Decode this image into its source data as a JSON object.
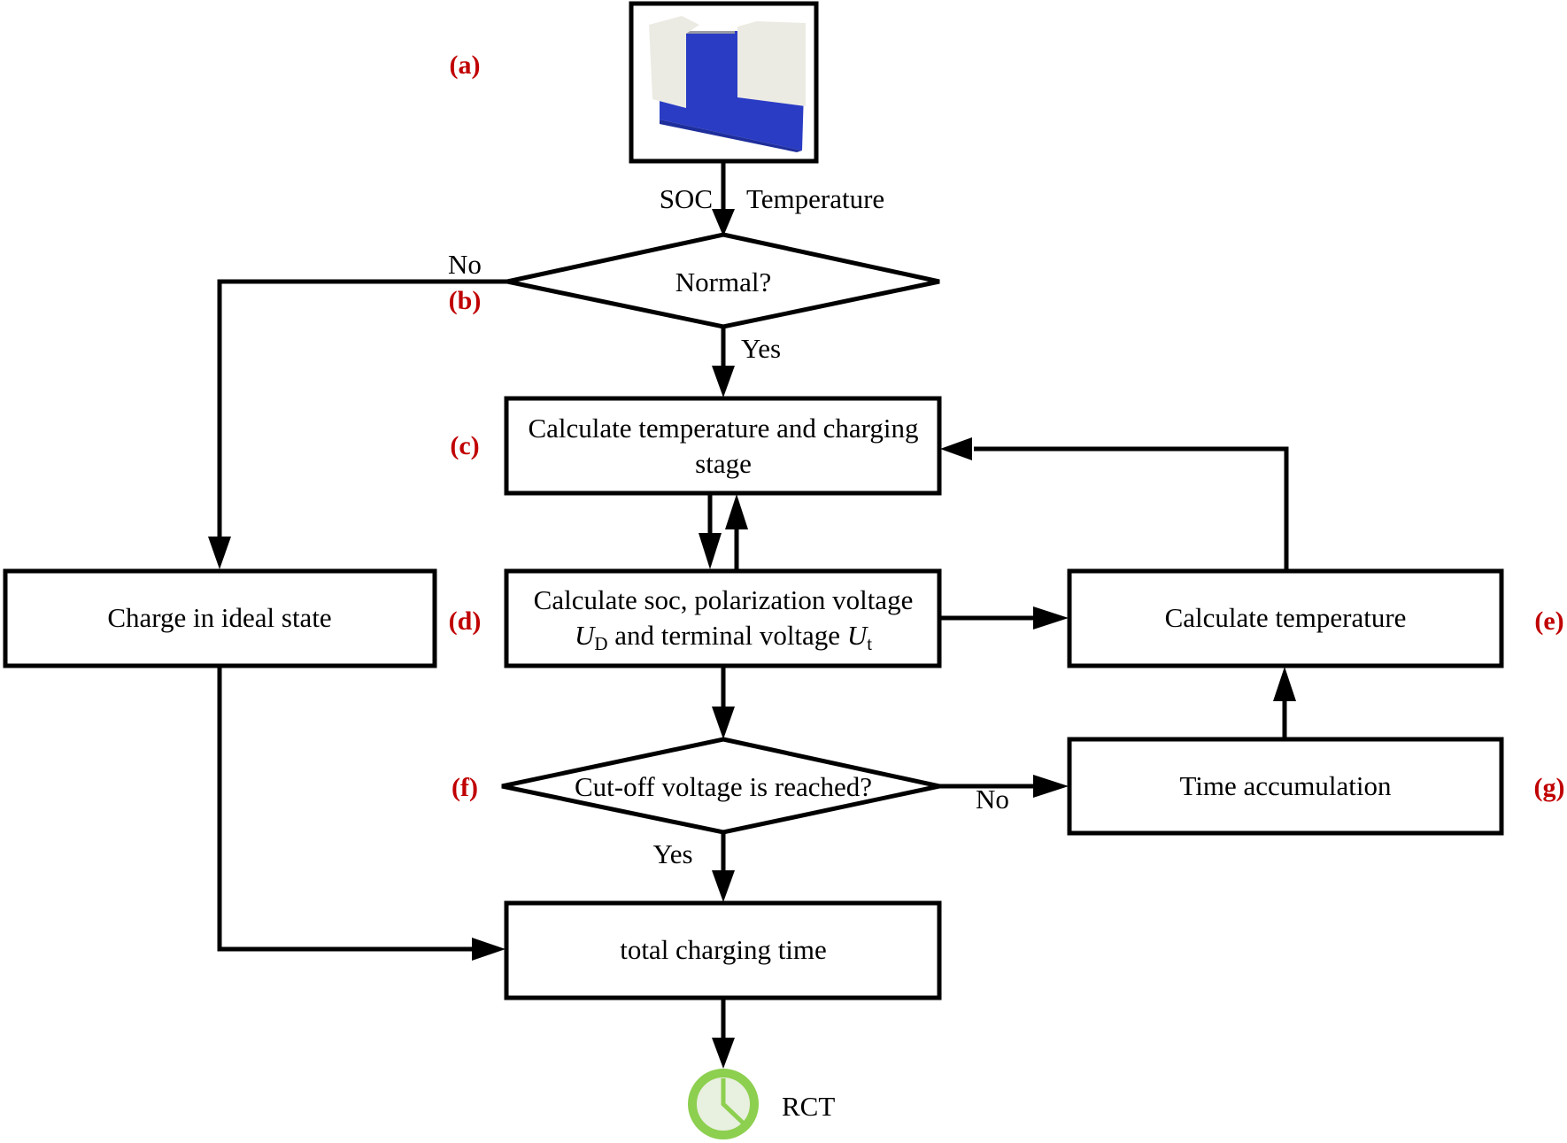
{
  "diagram": {
    "type": "flowchart",
    "colors": {
      "stroke": "#000000",
      "step_label": "#c00000",
      "clock_ring": "#8dcf4f",
      "clock_face": "#e8f0df",
      "battery_blue": "#2a3cc4",
      "tape": "#ecebe3"
    },
    "battery_image": {
      "icon": "battery-cell-photo",
      "label": "(a)"
    },
    "inputs": {
      "soc": "SOC",
      "temperature": "Temperature"
    },
    "steps": {
      "b": {
        "label": "(b)",
        "text": "Normal?",
        "no": "No",
        "yes": "Yes"
      },
      "c": {
        "label": "(c)",
        "line1": "Calculate temperature and charging",
        "line2": "stage"
      },
      "d": {
        "label": "(d)",
        "line1": "Calculate soc, polarization voltage",
        "line2_sym1": "U",
        "line2_sub1": "D",
        "line2_mid": " and terminal voltage ",
        "line2_sym2": "U",
        "line2_sub2": "t"
      },
      "ideal": {
        "text": "Charge in ideal state"
      },
      "e": {
        "label": "(e)",
        "text": "Calculate temperature"
      },
      "f": {
        "label": "(f)",
        "text": "Cut-off voltage is reached?",
        "no": "No",
        "yes": "Yes"
      },
      "g": {
        "label": "(g)",
        "text": "Time accumulation"
      },
      "total": {
        "text": "total charging time"
      },
      "rct": {
        "icon": "clock-icon",
        "text": "RCT"
      }
    }
  }
}
